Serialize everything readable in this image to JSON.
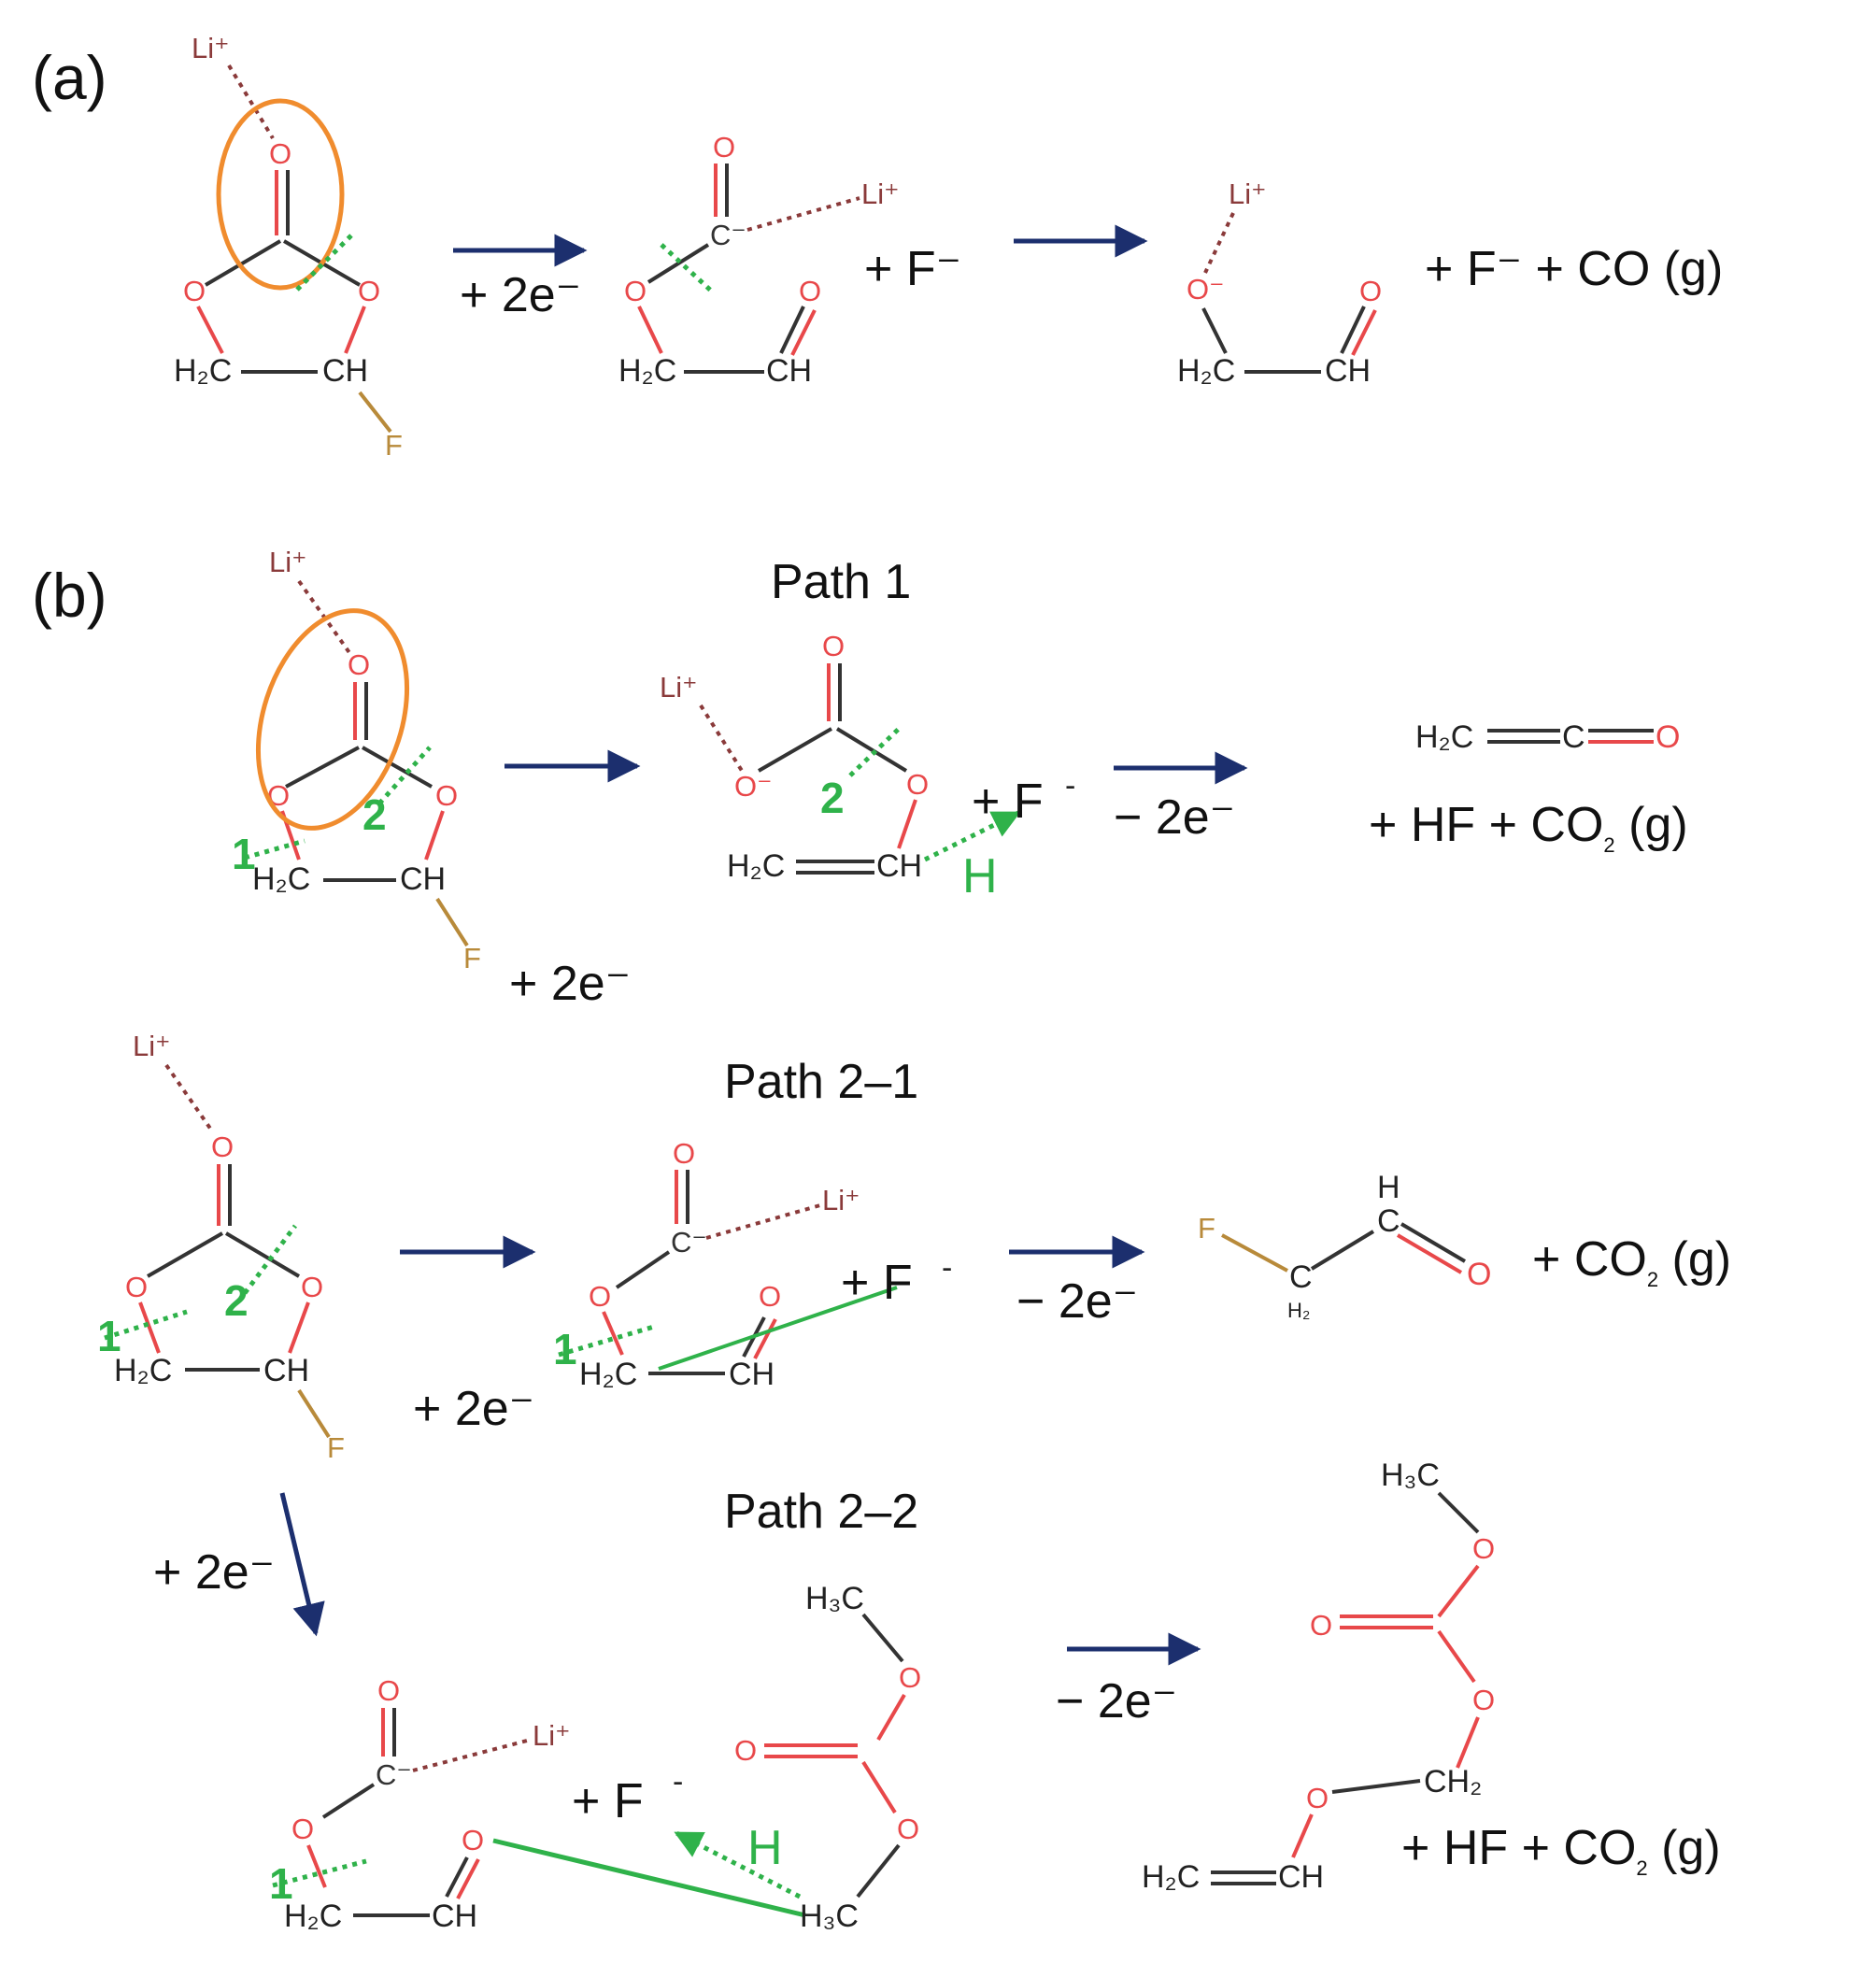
{
  "labels": {
    "panel_a": "(a)",
    "panel_b": "(b)",
    "path_1": "Path 1",
    "path_2_1": "Path 2–1",
    "path_2_2": "Path 2–2"
  },
  "conditions": {
    "a_step1": "+ 2e⁻",
    "b1_step1": "+ 2e⁻",
    "b1_step2": "− 2e⁻",
    "b21_step1": "+ 2e⁻",
    "b21_step2": "− 2e⁻",
    "b22_step1": "+ 2e⁻",
    "b22_step2": "− 2e⁻"
  },
  "byproducts": {
    "a_mid": "+  F⁻",
    "a_end": "+  F⁻ +  CO (g)",
    "b1_mid": "+  F",
    "b1_end": "+  HF  +  CO",
    "b1_end_sub": "2",
    "b1_end_tail": " (g)",
    "b21_mid": "+  F",
    "b21_end": "+  CO",
    "b21_end_sub": "2",
    "b21_end_tail": " (g)",
    "b22_mid": "+  F",
    "b22_end": "+ HF  +  CO",
    "b22_end_sub": "2",
    "b22_end_tail": " (g)"
  },
  "products": {
    "ketene": "H₂C═C═O"
  },
  "atoms": {
    "li": "Li⁺",
    "o": "O",
    "o_minus": "O⁻",
    "c_minus": "C⁻",
    "h2c": "H₂C",
    "ch": "CH",
    "ch2": "CH₂",
    "h3c": "H₃C",
    "f": "F",
    "h": "H",
    "c": "C",
    "h2": "H₂",
    "minus": "-",
    "bond_1": "1",
    "bond_2": "2"
  },
  "colors": {
    "arrow": "#1c2f6e",
    "oxygen": "#e8484a",
    "carbon": "#333333",
    "fluorine": "#b88a3a",
    "lithium": "#8a3a3a",
    "cleave": "#2fb24a",
    "highlight": "#f08c2e"
  }
}
